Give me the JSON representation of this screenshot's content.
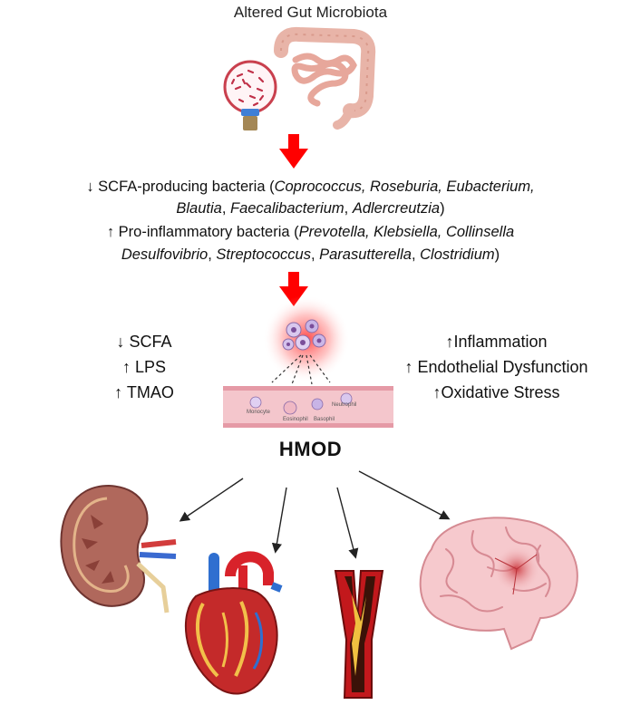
{
  "title": "Altered Gut Microbiota",
  "bacteria": {
    "line1": {
      "prefix": "↓ SCFA-producing bacteria (",
      "species": "Coprococcus, Roseburia, Eubacterium,"
    },
    "line2": {
      "species_a": "Blautia",
      "sep_a": ", ",
      "species_b": "Faecalibacterium",
      "sep_b": ", ",
      "species_c": "Adlercreutzia",
      "suffix": ")"
    },
    "line3": {
      "prefix": "↑ Pro-inflammatory bacteria (",
      "species": "Prevotella, Klebsiella, Collinsella"
    },
    "line4": {
      "species_a": "Desulfovibrio",
      "sep_a": ", ",
      "species_b": "Streptococcus",
      "sep_b": ", ",
      "species_c": "Parasutterella",
      "sep_c": ", ",
      "species_d": "Clostridium",
      "suffix": ")"
    }
  },
  "left_markers": [
    "↓ SCFA",
    "↑ LPS",
    "↑ TMAO"
  ],
  "right_effects": [
    "↑Inflammation",
    "↑ Endothelial Dysfunction",
    "↑Oxidative Stress"
  ],
  "vessel_cells": [
    "Monocyte",
    "Eosinophil",
    "Basophil",
    "Neutrophil"
  ],
  "center_label": "HMOD",
  "organs": [
    "kidney-icon",
    "heart-icon",
    "artery-icon",
    "brain-icon"
  ],
  "colors": {
    "arrow_red": "#ff0000",
    "glow": "#ff3030",
    "vessel": "#f4c6cc",
    "brain": "#f6c9cd",
    "kidney": "#a0524a"
  }
}
